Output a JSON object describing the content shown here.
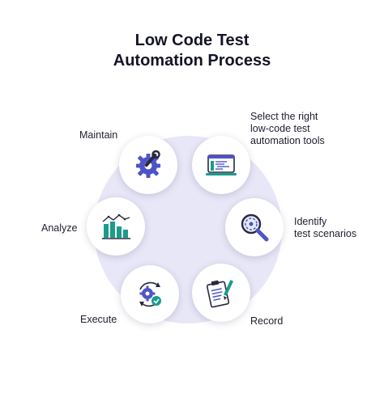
{
  "title": {
    "line1": "Low Code Test",
    "line2": "Automation Process"
  },
  "steps": [
    {
      "id": "select",
      "lines": [
        "Select the right",
        "low-code test",
        "automation tools"
      ],
      "icon": "code-window-icon"
    },
    {
      "id": "identify",
      "lines": [
        "Identify",
        "test scenarios"
      ],
      "icon": "magnifier-icon"
    },
    {
      "id": "record",
      "lines": [
        "Record"
      ],
      "icon": "clipboard-icon"
    },
    {
      "id": "execute",
      "lines": [
        "Execute"
      ],
      "icon": "gear-cycle-icon"
    },
    {
      "id": "analyze",
      "lines": [
        "Analyze"
      ],
      "icon": "bar-chart-icon"
    },
    {
      "id": "maintain",
      "lines": [
        "Maintain"
      ],
      "icon": "gear-wrench-icon"
    }
  ],
  "colors": {
    "hub": "#e7e7f7",
    "primary": "#4e54c8",
    "accent": "#1a9c8c"
  }
}
